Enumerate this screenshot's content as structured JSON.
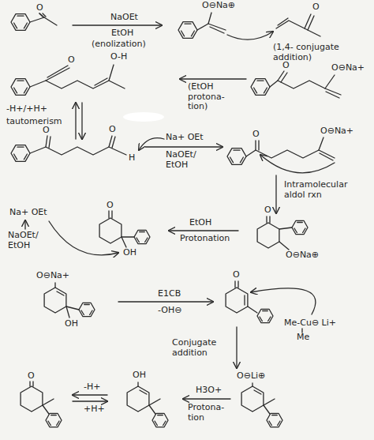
{
  "diagram": {
    "labels": [
      "O",
      "NaOEt",
      "EtOH",
      "(enolization)",
      "O⊖Na⊕",
      "O",
      "(1,4- conjugate addition)",
      "O",
      "O-H",
      "(EtOH protona- tion)",
      "O",
      "O⊖Na+",
      "-H+/+H+",
      "tautomerism",
      "O",
      "O",
      "H",
      "Na+ OEt",
      "NaOEt/ EtOH",
      "O",
      "O⊖Na+",
      "Intramolecular aldol rxn",
      "Na+ OEt",
      "NaOEt/ EtOH",
      "O",
      "OH",
      "EtOH",
      "Protonation",
      "O",
      "O⊖Na⊕",
      "O⊖Na+",
      "OH",
      "E1CB",
      "-OH⊖",
      "O",
      "Me-Cu⊖ Li+",
      "Me",
      "Conjugate addition",
      "O",
      "-H+",
      "+H+",
      "OH",
      "H3O+",
      "Protona- tion",
      "O⊖Li⊕"
    ]
  }
}
